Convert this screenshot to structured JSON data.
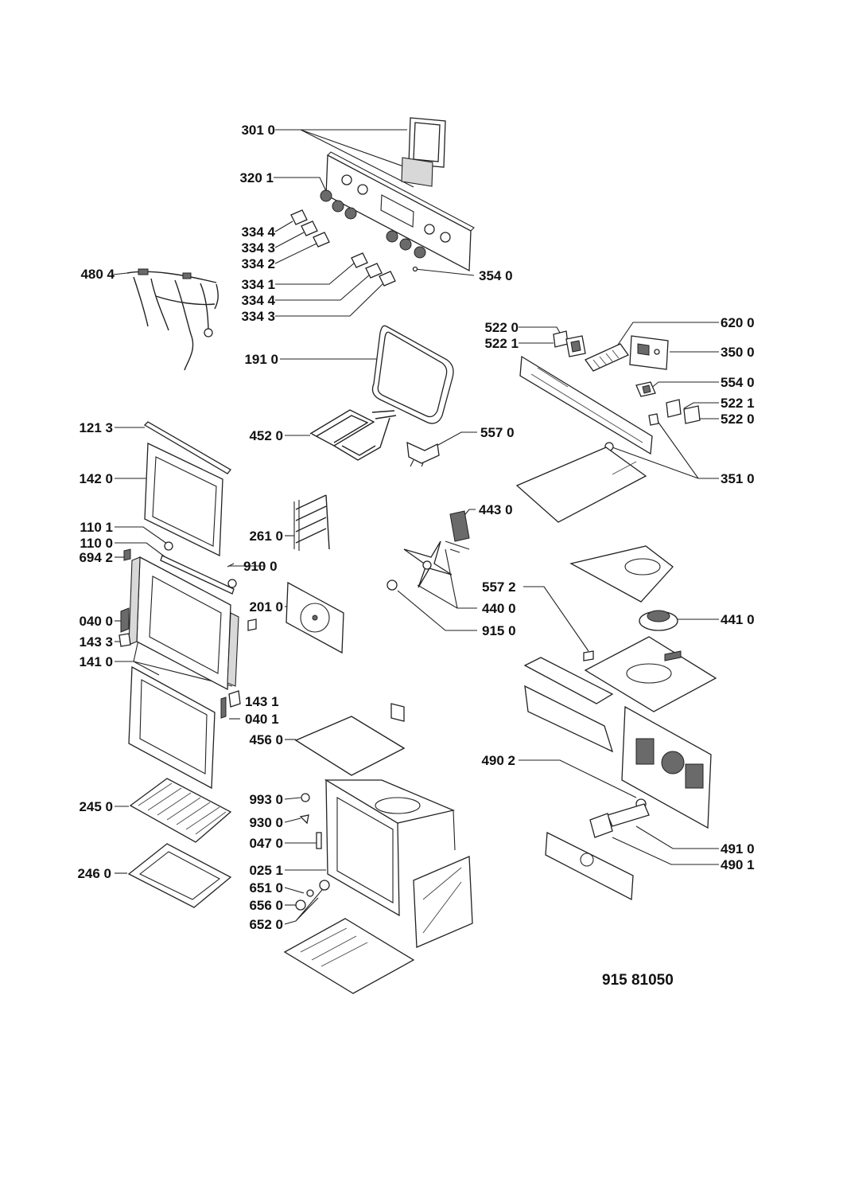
{
  "diagram": {
    "drawing_number": "915 81050",
    "labels": {
      "l3010": "301 0",
      "l3201": "320 1",
      "l3344a": "334 4",
      "l3343a": "334 3",
      "l3342": "334 2",
      "l4804": "480 4",
      "l3341": "334 1",
      "l3344b": "334 4",
      "l3343b": "334 3",
      "l3540": "354 0",
      "l5220a": "522 0",
      "l5221a": "522 1",
      "l6200": "620 0",
      "l3500": "350 0",
      "l1910": "191 0",
      "l5540": "554 0",
      "l5221b": "522 1",
      "l5220b": "522 0",
      "l1213": "121 3",
      "l4520": "452 0",
      "l5570": "557 0",
      "l1420": "142 0",
      "l3510": "351 0",
      "l4430": "443 0",
      "l2610": "261 0",
      "l1101": "110 1",
      "l1100": "110 0",
      "l6942": "694 2",
      "l9100": "910 0",
      "l5572": "557 2",
      "l4400": "440 0",
      "l2010": "201 0",
      "l0400": "040 0",
      "l4410": "441 0",
      "l9150": "915 0",
      "l1433": "143 3",
      "l1410": "141 0",
      "l1431": "143 1",
      "l0401": "040 1",
      "l4560": "456 0",
      "l4902": "490 2",
      "l9930": "993 0",
      "l2450": "245 0",
      "l9300": "930 0",
      "l0470": "047 0",
      "l4910": "491 0",
      "l2460": "246 0",
      "l0251": "025 1",
      "l4901": "490 1",
      "l6510": "651 0",
      "l6560": "656 0",
      "l6520": "652 0"
    }
  }
}
